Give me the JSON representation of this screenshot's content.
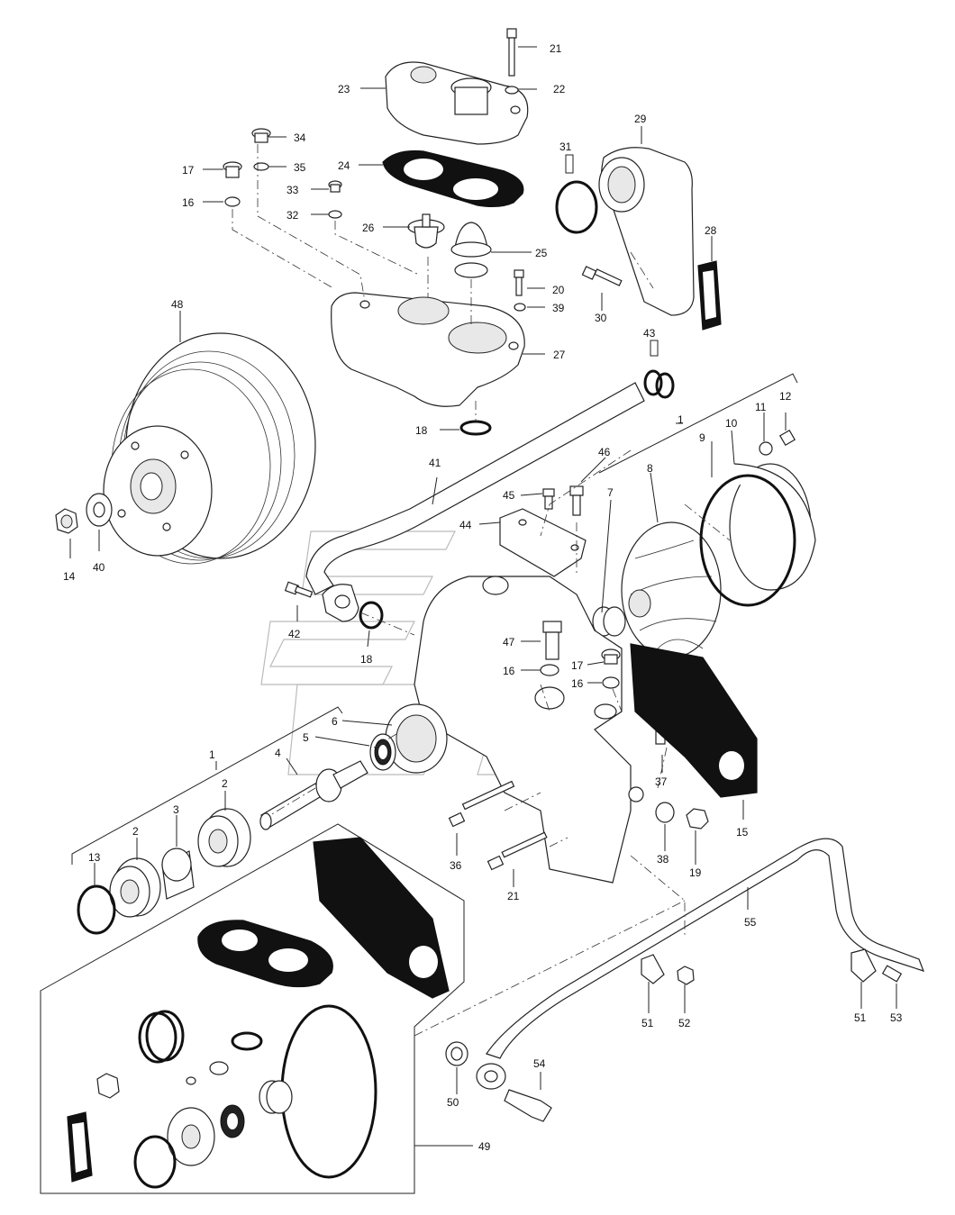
{
  "callouts": [
    {
      "id": "c21a",
      "text": "21"
    },
    {
      "id": "c22",
      "text": "22"
    },
    {
      "id": "c23",
      "text": "23"
    },
    {
      "id": "c29",
      "text": "29"
    },
    {
      "id": "c34",
      "text": "34"
    },
    {
      "id": "c31",
      "text": "31"
    },
    {
      "id": "c17a",
      "text": "17"
    },
    {
      "id": "c35",
      "text": "35"
    },
    {
      "id": "c24",
      "text": "24"
    },
    {
      "id": "c33",
      "text": "33"
    },
    {
      "id": "c16a",
      "text": "16"
    },
    {
      "id": "c32",
      "text": "32"
    },
    {
      "id": "c26",
      "text": "26"
    },
    {
      "id": "c28",
      "text": "28"
    },
    {
      "id": "c25",
      "text": "25"
    },
    {
      "id": "c20",
      "text": "20"
    },
    {
      "id": "c39",
      "text": "39"
    },
    {
      "id": "c30",
      "text": "30"
    },
    {
      "id": "c48",
      "text": "48"
    },
    {
      "id": "c27",
      "text": "27"
    },
    {
      "id": "c43",
      "text": "43"
    },
    {
      "id": "c18a",
      "text": "18"
    },
    {
      "id": "c1a",
      "text": "1"
    },
    {
      "id": "c11",
      "text": "11"
    },
    {
      "id": "c12",
      "text": "12"
    },
    {
      "id": "c10",
      "text": "10"
    },
    {
      "id": "c9",
      "text": "9"
    },
    {
      "id": "c41",
      "text": "41"
    },
    {
      "id": "c46",
      "text": "46"
    },
    {
      "id": "c8",
      "text": "8"
    },
    {
      "id": "c45",
      "text": "45"
    },
    {
      "id": "c7",
      "text": "7"
    },
    {
      "id": "c44",
      "text": "44"
    },
    {
      "id": "c14",
      "text": "14"
    },
    {
      "id": "c40",
      "text": "40"
    },
    {
      "id": "c42",
      "text": "42"
    },
    {
      "id": "c18b",
      "text": "18"
    },
    {
      "id": "c47",
      "text": "47"
    },
    {
      "id": "c16b",
      "text": "16"
    },
    {
      "id": "c17b",
      "text": "17"
    },
    {
      "id": "c16c",
      "text": "16"
    },
    {
      "id": "c6",
      "text": "6"
    },
    {
      "id": "c5",
      "text": "5"
    },
    {
      "id": "c1b",
      "text": "1"
    },
    {
      "id": "c4",
      "text": "4"
    },
    {
      "id": "c37",
      "text": "37"
    },
    {
      "id": "c2a",
      "text": "2"
    },
    {
      "id": "c3",
      "text": "3"
    },
    {
      "id": "c2b",
      "text": "2"
    },
    {
      "id": "c15",
      "text": "15"
    },
    {
      "id": "c13",
      "text": "13"
    },
    {
      "id": "c36",
      "text": "36"
    },
    {
      "id": "c38",
      "text": "38"
    },
    {
      "id": "c19",
      "text": "19"
    },
    {
      "id": "c21b",
      "text": "21"
    },
    {
      "id": "c55",
      "text": "55"
    },
    {
      "id": "c51a",
      "text": "51"
    },
    {
      "id": "c52",
      "text": "52"
    },
    {
      "id": "c51b",
      "text": "51"
    },
    {
      "id": "c53",
      "text": "53"
    },
    {
      "id": "c54",
      "text": "54"
    },
    {
      "id": "c50",
      "text": "50"
    },
    {
      "id": "c49",
      "text": "49"
    }
  ]
}
